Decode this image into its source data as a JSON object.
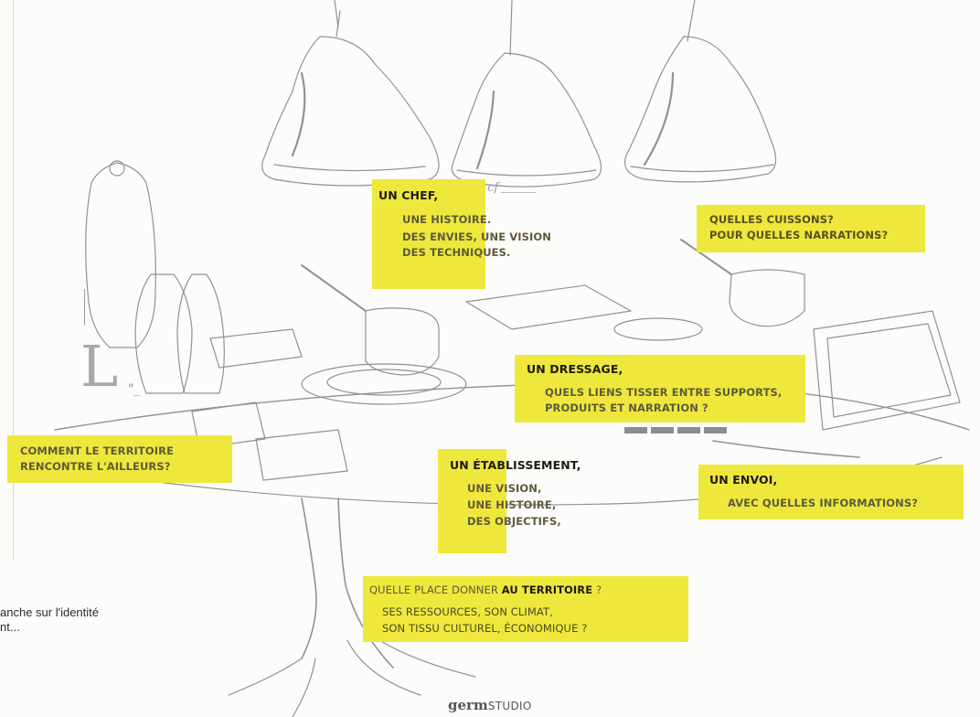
{
  "cards": {
    "chef": {
      "title": "UN CHEF,",
      "lines": [
        "UNE HISTOIRE.",
        "DES ENVIES, UNE VISION",
        "DES TECHNIQUES."
      ]
    },
    "cuissons": {
      "lines": [
        "QUELLES CUISSONS?",
        "POUR QUELLES NARRATIONS?"
      ]
    },
    "dressage": {
      "title": "UN DRESSAGE,",
      "lines": [
        "QUELS LIENS TISSER ENTRE SUPPORTS,",
        "PRODUITS ET NARRATION ?"
      ]
    },
    "territoire_ailleurs": {
      "lines": [
        "COMMENT LE TERRITOIRE",
        "RENCONTRE L'AILLEURS?"
      ]
    },
    "etablissement": {
      "title": "UN ÉTABLISSEMENT,",
      "lines": [
        "UNE VISION,",
        "UNE HISTOIRE,",
        "DES OBJECTIFS,"
      ]
    },
    "envoi": {
      "title": "UN ENVOI,",
      "lines": [
        "AVEC QUELLES INFORMATIONS?"
      ]
    },
    "place_territoire": {
      "title_prefix": "QUELLE PLACE DONNER ",
      "title_highlight": "AU TERRITOIRE",
      "title_suffix": " ?",
      "lines": [
        "SES RESSOURCES, SON CLIMAT,",
        "SON TISSU CULTUREL, ÉCONOMIQUE ?"
      ]
    }
  },
  "side_text": {
    "line1": "anche sur l'identité",
    "line2": "nt..."
  },
  "stray_marks": {
    "cf": "cf",
    "big_l": "L",
    "small_marks": "\"_"
  },
  "brand": {
    "germ": "germ",
    "studio": "STUDIO"
  },
  "colors": {
    "card_yellow": "#efe83c",
    "text_dark": "#1d1a10",
    "text_muted": "#5f5a3a"
  }
}
